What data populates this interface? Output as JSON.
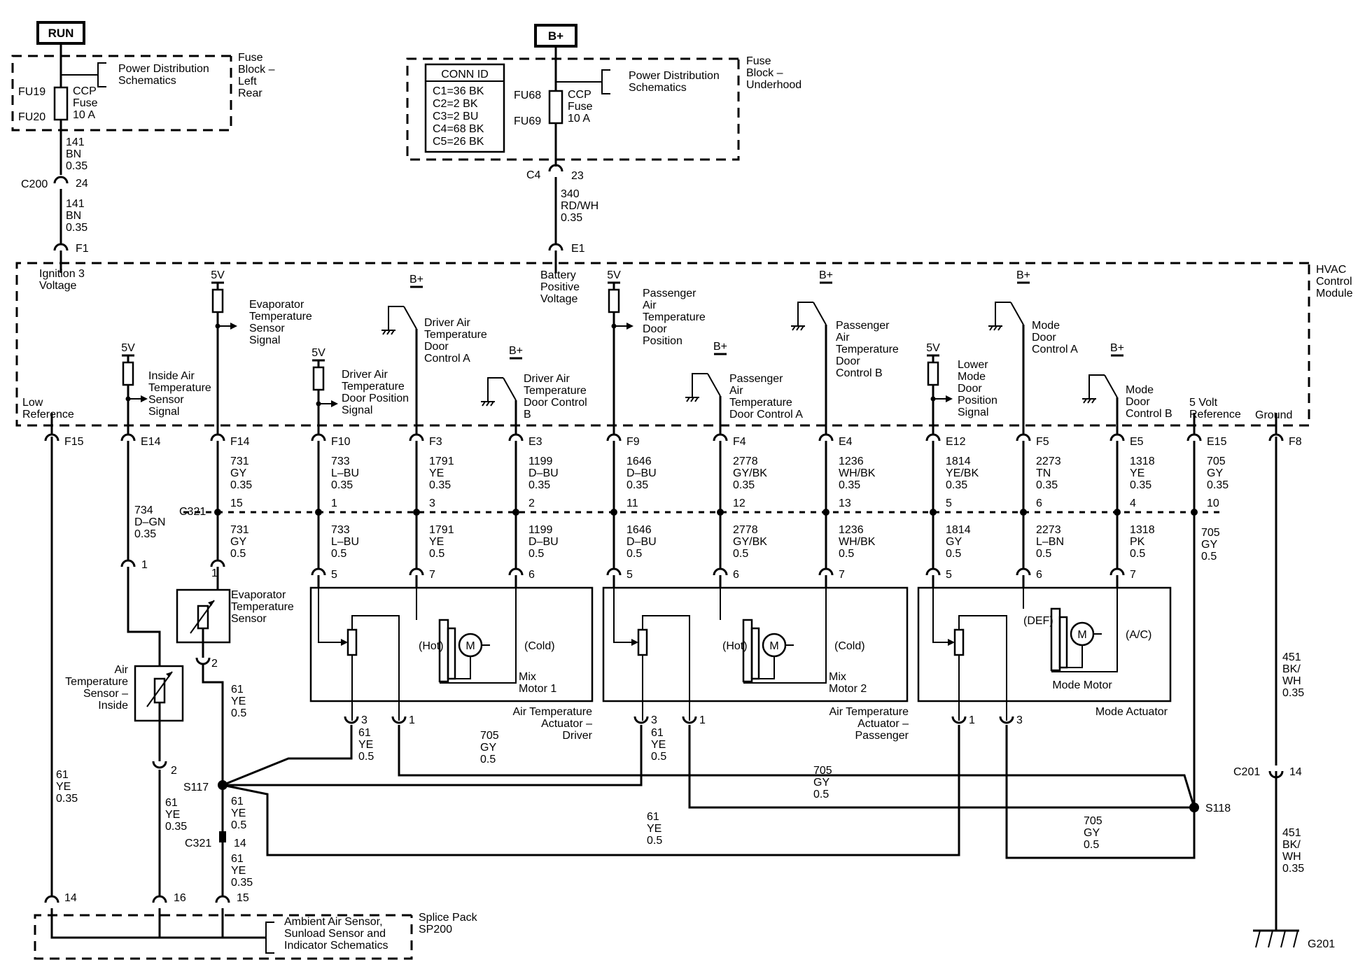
{
  "supplies": {
    "run": "RUN",
    "bplus": "B+"
  },
  "fuse_left": {
    "block": [
      "Fuse",
      "Block –",
      "Left",
      "Rear"
    ],
    "pds": [
      "Power Distribution",
      "Schematics"
    ],
    "fu_a": "FU19",
    "fu_b": "FU20",
    "fuse": [
      "CCP",
      "Fuse",
      "10 A"
    ]
  },
  "fuse_right": {
    "block": [
      "Fuse",
      "Block –",
      "Underhood"
    ],
    "pds": [
      "Power Distribution",
      "Schematics"
    ],
    "fu_a": "FU68",
    "fu_b": "FU69",
    "fuse": [
      "CCP",
      "Fuse",
      "10 A"
    ]
  },
  "conn_id": {
    "title": "CONN ID",
    "rows": [
      "C1=36 BK",
      "C2=2 BK",
      "C3=2 BU",
      "C4=68 BK",
      "C5=26 BK"
    ]
  },
  "wires": {
    "w141a": [
      "141",
      "BN",
      "0.35"
    ],
    "w141b": [
      "141",
      "BN",
      "0.35"
    ],
    "w340": [
      "340",
      "RD/WH",
      "0.35"
    ],
    "w731a": [
      "731",
      "GY",
      "0.35"
    ],
    "w731b": [
      "731",
      "GY",
      "0.5"
    ],
    "w734": [
      "734",
      "D–GN",
      "0.35"
    ],
    "w733a": [
      "733",
      "L–BU",
      "0.35"
    ],
    "w733b": [
      "733",
      "L–BU",
      "0.5"
    ],
    "w1791a": [
      "1791",
      "YE",
      "0.35"
    ],
    "w1791b": [
      "1791",
      "YE",
      "0.5"
    ],
    "w1199a": [
      "1199",
      "D–BU",
      "0.35"
    ],
    "w1199b": [
      "1199",
      "D–BU",
      "0.5"
    ],
    "w1646a": [
      "1646",
      "D–BU",
      "0.35"
    ],
    "w1646b": [
      "1646",
      "D–BU",
      "0.5"
    ],
    "w2778a": [
      "2778",
      "GY/BK",
      "0.35"
    ],
    "w2778b": [
      "2778",
      "GY/BK",
      "0.5"
    ],
    "w1236a": [
      "1236",
      "WH/BK",
      "0.35"
    ],
    "w1236b": [
      "1236",
      "WH/BK",
      "0.5"
    ],
    "w1814a": [
      "1814",
      "YE/BK",
      "0.35"
    ],
    "w1814b": [
      "1814",
      "GY",
      "0.5"
    ],
    "w2273a": [
      "2273",
      "TN",
      "0.35"
    ],
    "w2273b": [
      "2273",
      "L–BN",
      "0.5"
    ],
    "w1318a": [
      "1318",
      "YE",
      "0.35"
    ],
    "w1318b": [
      "1318",
      "PK",
      "0.5"
    ],
    "w705a": [
      "705",
      "GY",
      "0.35"
    ],
    "w705b": [
      "705",
      "GY",
      "0.5"
    ],
    "w705c": [
      "705",
      "GY",
      "0.5"
    ],
    "w705d": [
      "705",
      "GY",
      "0.5"
    ],
    "w705e": [
      "705",
      "GY",
      "0.5"
    ],
    "w61a": [
      "61",
      "YE",
      "0.5"
    ],
    "w61b": [
      "61",
      "YE",
      "0.5"
    ],
    "w61c": [
      "61",
      "YE",
      "0.5"
    ],
    "w61d": [
      "61",
      "YE",
      "0.5"
    ],
    "w61e": [
      "61",
      "YE",
      "0.5"
    ],
    "w61f": [
      "61",
      "YE",
      "0.35"
    ],
    "w61g": [
      "61",
      "YE",
      "0.35"
    ],
    "w61h": [
      "61",
      "YE",
      "0.35"
    ],
    "w451a": [
      "451",
      "BK/",
      "WH",
      "0.35"
    ],
    "w451b": [
      "451",
      "BK/",
      "WH",
      "0.35"
    ]
  },
  "connectors": {
    "c200": "C200",
    "c200_pin": "24",
    "c4": "C4",
    "c4_pin": "23",
    "c321": "C321",
    "c321b": "C321",
    "c321b_pin": "14",
    "c201": "C201",
    "c201_pin": "14",
    "splice_s117": "S117",
    "splice_s118": "S118",
    "ground": "G201"
  },
  "module": {
    "name": [
      "HVAC",
      "Control",
      "Module"
    ],
    "ign3": [
      "Ignition 3",
      "Voltage"
    ],
    "batt": [
      "Battery",
      "Positive",
      "Voltage"
    ],
    "lowref": [
      "Low",
      "Reference"
    ],
    "fivevref": [
      "5 Volt",
      "Reference"
    ],
    "ground": "Ground",
    "evap_sig": [
      "Evaporator",
      "Temperature",
      "Sensor",
      "Signal"
    ],
    "inside_sig": [
      "Inside Air",
      "Temperature",
      "Sensor",
      "Signal"
    ],
    "drv_pos": [
      "Driver Air",
      "Temperature",
      "Door Position",
      "Signal"
    ],
    "drv_a": [
      "Driver Air",
      "Temperature",
      "Door",
      "Control A"
    ],
    "drv_b": [
      "Driver Air",
      "Temperature",
      "Door Control",
      "B"
    ],
    "pass_pos": [
      "Passenger",
      "Air",
      "Temperature",
      "Door",
      "Position"
    ],
    "pass_a": [
      "Passenger",
      "Air",
      "Temperature",
      "Door Control A"
    ],
    "pass_b": [
      "Passenger",
      "Air",
      "Temperature",
      "Door",
      "Control B"
    ],
    "lower_pos": [
      "Lower",
      "Mode",
      "Door",
      "Position",
      "Signal"
    ],
    "mode_a": [
      "Mode",
      "Door",
      "Control A"
    ],
    "mode_b": [
      "Mode",
      "Door",
      "Control B"
    ],
    "v5": "5V",
    "bp": "B+"
  },
  "pins_module": [
    "F1",
    "E1",
    "F15",
    "E14",
    "F14",
    "F10",
    "F3",
    "E3",
    "F9",
    "F4",
    "E4",
    "E12",
    "F5",
    "E5",
    "E15",
    "F8"
  ],
  "c321_pins": [
    "15",
    "1",
    "3",
    "2",
    "11",
    "12",
    "13",
    "5",
    "6",
    "4",
    "10"
  ],
  "actuators": {
    "driver": {
      "name": [
        "Air Temperature",
        "Actuator –",
        "Driver"
      ],
      "motor": [
        "Mix",
        "Motor 1"
      ],
      "hot": "(Hot)",
      "cold": "(Cold)",
      "pins_top": [
        "5",
        "7",
        "6"
      ],
      "pins_bot": [
        "3",
        "1"
      ]
    },
    "passenger": {
      "name": [
        "Air Temperature",
        "Actuator –",
        "Passenger"
      ],
      "motor": [
        "Mix",
        "Motor 2"
      ],
      "hot": "(Hot)",
      "cold": "(Cold)",
      "pins_top": [
        "5",
        "6",
        "7"
      ],
      "pins_bot": [
        "3",
        "1"
      ]
    },
    "mode": {
      "name": "Mode Actuator",
      "motor": "Mode Motor",
      "def": "(DEF)",
      "ac": "(A/C)",
      "pins_top": [
        "5",
        "6",
        "7"
      ],
      "pins_bot": [
        "1",
        "3"
      ]
    },
    "motor_symbol": "M"
  },
  "sensors": {
    "evap": [
      "Evaporator",
      "Temperature",
      "Sensor"
    ],
    "evap_pins": [
      "1",
      "2"
    ],
    "inside": [
      "Air",
      "Temperature",
      "Sensor –",
      "Inside"
    ],
    "inside_pins": [
      "1",
      "2"
    ]
  },
  "splice_pack": {
    "name": [
      "Splice Pack",
      "SP200"
    ],
    "ref": [
      "Ambient Air Sensor,",
      "Sunload Sensor and",
      "Indicator Schematics"
    ],
    "pins": [
      "14",
      "16",
      "15"
    ]
  }
}
